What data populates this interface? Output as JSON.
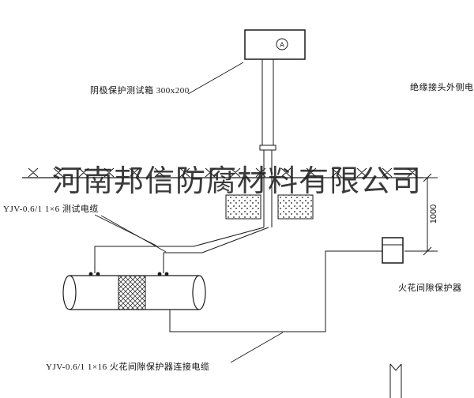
{
  "diagram": {
    "labels": {
      "test_box": "阴极保护测试箱 300x200",
      "outer_cable": "绝缘接头外侧电缆",
      "test_cable": "YJV-0.6/1 1×6  测试电缆",
      "protector": "火花间隙保护器",
      "protector_cable": "YJV-0.6/1 1×16  火花间隙保护器连接电缆"
    },
    "ammeter": "A",
    "dimension": "1000",
    "watermark": "河南邦信防腐材料有限公司",
    "colors": {
      "line": "#1a1a1a",
      "watermark": "rgba(25,25,25,0.85)",
      "background": "#ffffff"
    }
  }
}
